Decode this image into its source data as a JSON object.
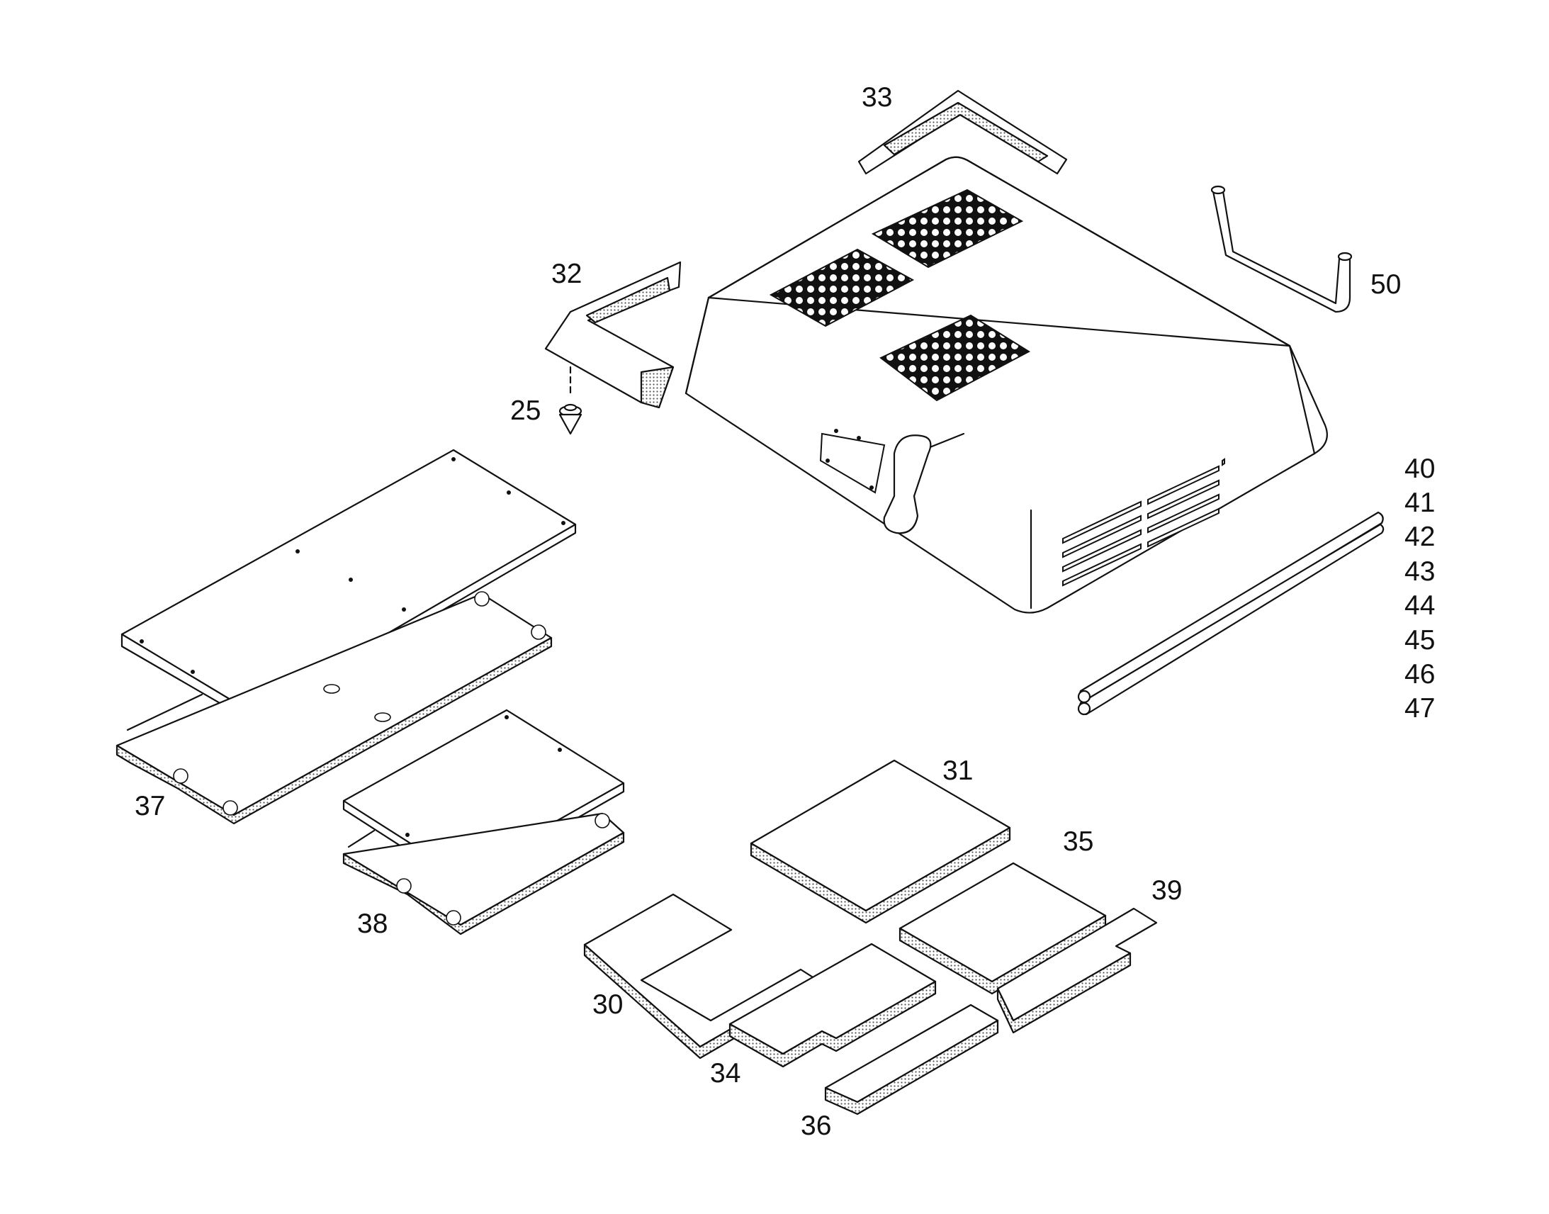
{
  "callouts": [
    {
      "id": "25",
      "label": "25"
    },
    {
      "id": "30",
      "label": "30"
    },
    {
      "id": "31",
      "label": "31"
    },
    {
      "id": "32",
      "label": "32"
    },
    {
      "id": "33",
      "label": "33"
    },
    {
      "id": "34",
      "label": "34"
    },
    {
      "id": "35",
      "label": "35"
    },
    {
      "id": "36",
      "label": "36"
    },
    {
      "id": "37",
      "label": "37"
    },
    {
      "id": "38",
      "label": "38"
    },
    {
      "id": "39",
      "label": "39"
    },
    {
      "id": "40",
      "label": "40"
    },
    {
      "id": "41",
      "label": "41"
    },
    {
      "id": "42",
      "label": "42"
    },
    {
      "id": "43",
      "label": "43"
    },
    {
      "id": "44",
      "label": "44"
    },
    {
      "id": "45",
      "label": "45"
    },
    {
      "id": "46",
      "label": "46"
    },
    {
      "id": "47",
      "label": "47"
    },
    {
      "id": "50",
      "label": "50"
    }
  ],
  "colors": {
    "line": "#111111",
    "background": "#ffffff"
  }
}
